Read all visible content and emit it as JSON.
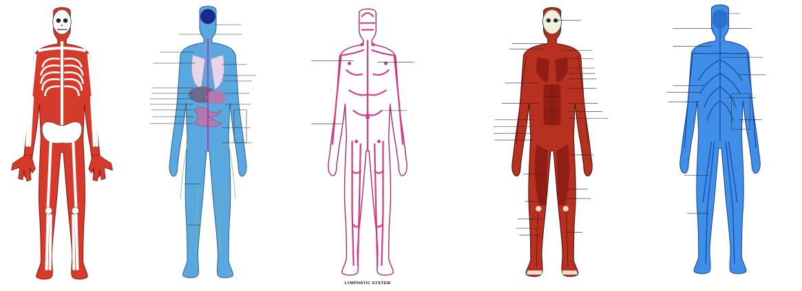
{
  "figures": [
    {
      "id": "skeletal",
      "caption": "",
      "colors": {
        "body": "#d63a2a",
        "bone": "#ffffff",
        "outline": "#7a1a10"
      }
    },
    {
      "id": "digestive",
      "caption": "",
      "colors": {
        "body": "#5aa8e0",
        "organ": "#b07ab0",
        "outline": "#2c5f8a",
        "brain": "#1a2a8a"
      }
    },
    {
      "id": "lymphatic",
      "caption": "LYMPHATIC SYSTEM",
      "colors": {
        "body": "#ffffff",
        "vessel": "#d43a86",
        "outline": "#b02a66"
      }
    },
    {
      "id": "muscular",
      "caption": "",
      "colors": {
        "body": "#b83020",
        "muscle": "#8a1c12",
        "outline": "#4a0a05",
        "head": "#f2eee0"
      }
    },
    {
      "id": "nervous",
      "caption": "",
      "colors": {
        "body": "#3f8fe8",
        "nerve": "#1a4fb0",
        "outline": "#1d3f8a"
      }
    }
  ]
}
